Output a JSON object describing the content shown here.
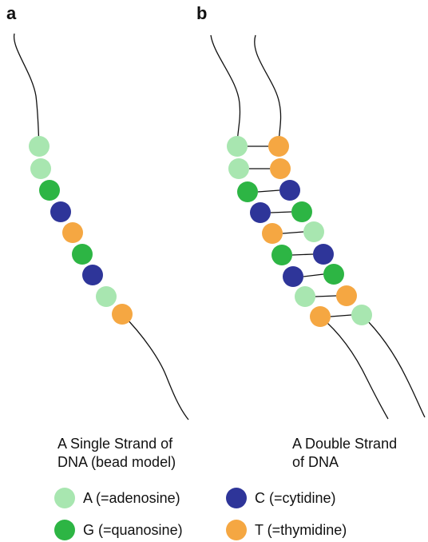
{
  "panels": {
    "a": "a",
    "b": "b"
  },
  "captions": {
    "single": "A Single Strand of\nDNA (bead model)",
    "double": "A Double Strand\nof DNA"
  },
  "colors": {
    "A": "#a8e6b0",
    "G": "#2db544",
    "C": "#2e3599",
    "T": "#f5a742",
    "strand": "#111111"
  },
  "sequences": {
    "single": [
      "A",
      "A",
      "G",
      "C",
      "T",
      "G",
      "C",
      "A",
      "T"
    ],
    "double_left": [
      "A",
      "A",
      "G",
      "C",
      "T",
      "G",
      "C",
      "A",
      "T"
    ],
    "double_right": [
      "T",
      "T",
      "C",
      "G",
      "A",
      "C",
      "G",
      "T",
      "A"
    ]
  },
  "legend": [
    {
      "base": "A",
      "label": "A (=adenosine)",
      "icon": "light-green-circle"
    },
    {
      "base": "C",
      "label": "C (=cytidine)",
      "icon": "dark-blue-circle"
    },
    {
      "base": "G",
      "label": "G (=quanosine)",
      "icon": "green-circle"
    },
    {
      "base": "T",
      "label": "T (=thymidine)",
      "icon": "orange-circle"
    }
  ]
}
